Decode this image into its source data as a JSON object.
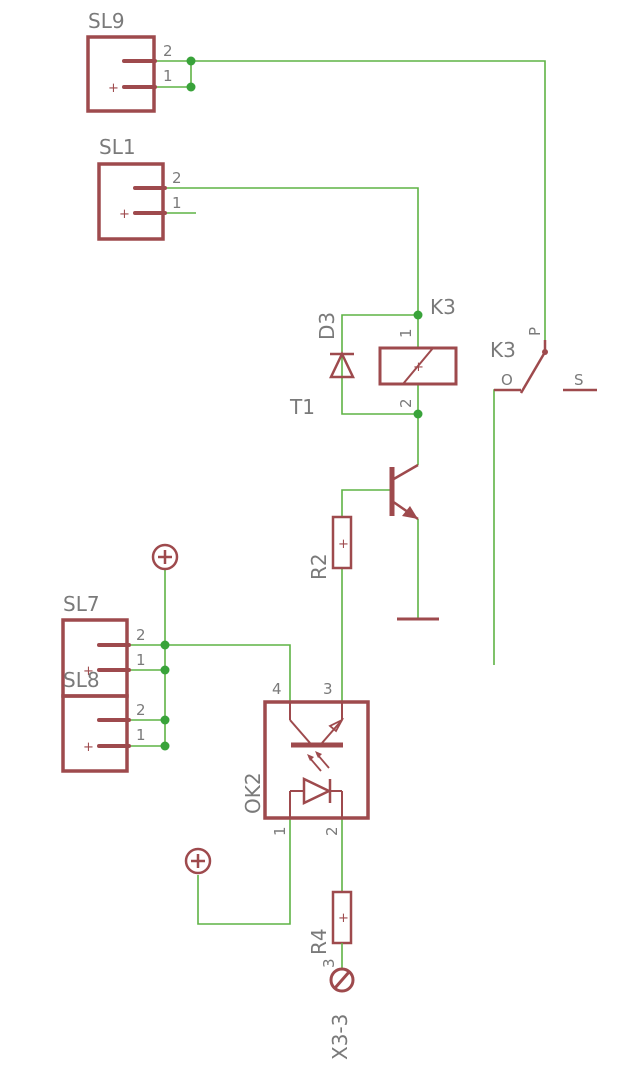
{
  "parts": {
    "sl9": {
      "name": "SL9",
      "pin_top": "2",
      "pin_bottom": "1"
    },
    "sl1": {
      "name": "SL1",
      "pin_top": "2",
      "pin_bottom": "1"
    },
    "sl7": {
      "name": "SL7",
      "pin_top": "2",
      "pin_bottom": "1"
    },
    "sl8": {
      "name": "SL8",
      "pin_top": "2",
      "pin_bottom": "1"
    },
    "d3": {
      "name": "D3"
    },
    "k3_coil": {
      "name": "K3",
      "pin_top": "1",
      "pin_bottom": "2"
    },
    "k3_switch": {
      "name": "K3",
      "pin_p": "P",
      "pin_o": "O",
      "pin_s": "S"
    },
    "t1": {
      "name": "T1"
    },
    "r2": {
      "name": "R2"
    },
    "r4": {
      "name": "R4"
    },
    "ok2": {
      "name": "OK2",
      "pin1": "1",
      "pin2": "2",
      "pin3": "3",
      "pin4": "4"
    },
    "x3": {
      "name": "X3-3",
      "pin": "3"
    }
  },
  "marks": {
    "plus": "+"
  },
  "colors": {
    "wire": "#5fb345",
    "symbol": "#9e4a4d",
    "junction": "#39a33a",
    "label": "#7a7a7a"
  }
}
